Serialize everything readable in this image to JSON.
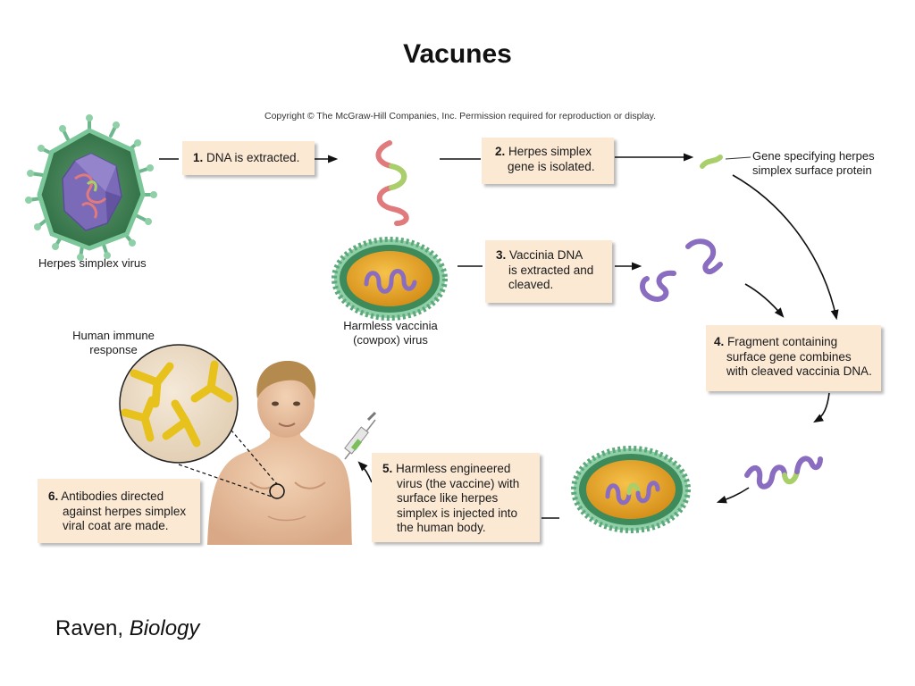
{
  "title": "Vacunes",
  "copyright": "Copyright © The McGraw-Hill Companies, Inc. Permission required for reproduction or display.",
  "steps": [
    {
      "num": "1.",
      "lines": [
        "DNA is extracted."
      ]
    },
    {
      "num": "2.",
      "lines": [
        "Herpes simplex",
        "gene is isolated."
      ]
    },
    {
      "num": "3.",
      "lines": [
        "Vaccinia DNA",
        "is extracted and",
        "cleaved."
      ]
    },
    {
      "num": "4.",
      "lines": [
        "Fragment containing",
        "surface gene combines",
        "with cleaved vaccinia DNA."
      ]
    },
    {
      "num": "5.",
      "lines": [
        "Harmless engineered",
        "virus (the vaccine) with",
        "surface like herpes",
        "simplex is injected into",
        "the human body."
      ]
    },
    {
      "num": "6.",
      "lines": [
        "Antibodies directed",
        "against herpes simplex",
        "viral coat are made."
      ]
    }
  ],
  "labels": {
    "herpes_virus": "Herpes simplex virus",
    "gene_label": [
      "Gene specifying herpes",
      "simplex surface protein"
    ],
    "vaccinia": [
      "Harmless vaccinia",
      "(cowpox) virus"
    ],
    "immune": [
      "Human immune",
      "response"
    ]
  },
  "source": {
    "author": "Raven, ",
    "book": "Biology"
  },
  "colors": {
    "box": "#fbe9d4",
    "pink_dna": "#e07a7c",
    "green_gene": "#a9cf6a",
    "purple_dna": "#8a6cc0",
    "antibody": "#e8c21c"
  }
}
